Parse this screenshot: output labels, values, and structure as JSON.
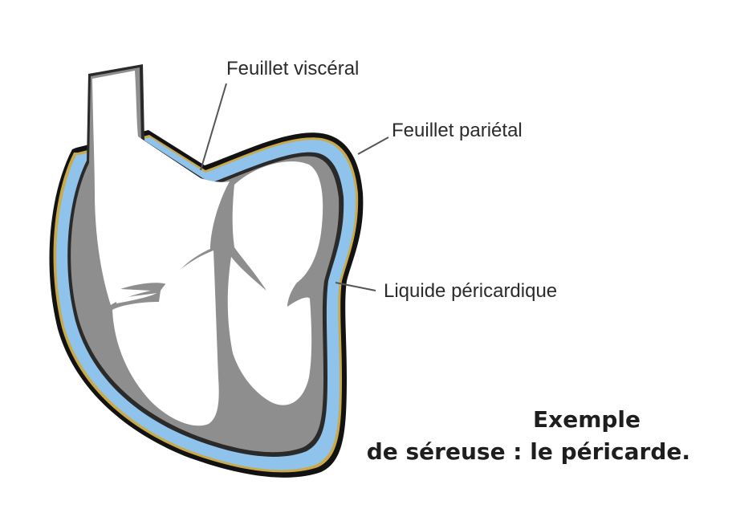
{
  "labels": {
    "visceral": "Feuillet viscéral",
    "parietal": "Feuillet pariétal",
    "liquid": "Liquide péricardique"
  },
  "caption": {
    "line1": "Exemple",
    "line2": "de séreuse : le péricarde."
  },
  "colors": {
    "outer_outline": "#121212",
    "parietal_layer": "#c9a94a",
    "pericardial_fluid": "#8fc3ec",
    "myocardium": "#8e8e8e",
    "leader_line": "#555555"
  }
}
